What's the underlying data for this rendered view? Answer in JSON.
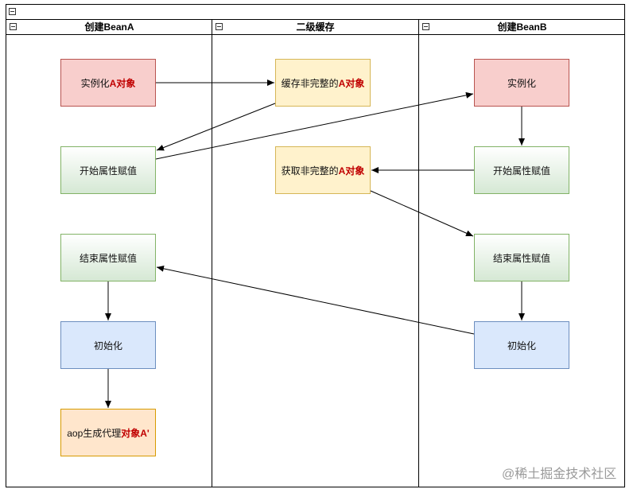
{
  "lanes": [
    {
      "title": "创建BeanA"
    },
    {
      "title": "二级缓存"
    },
    {
      "title": "创建BeanB"
    }
  ],
  "nodes": {
    "a_instantiate": {
      "text": "实例化",
      "highlight": "A对象"
    },
    "a_start_props": {
      "text": "开始属性赋值"
    },
    "a_end_props": {
      "text": "结束属性赋值"
    },
    "a_init": {
      "text": "初始化"
    },
    "a_aop": {
      "text": "aop生成代理",
      "highlight": "对象A'"
    },
    "c_cache": {
      "text": "缓存非完整的",
      "highlight": "A对象"
    },
    "c_get": {
      "text": "获取非完整的",
      "highlight": "A对象"
    },
    "b_instantiate": {
      "text": "实例化"
    },
    "b_start_props": {
      "text": "开始属性赋值"
    },
    "b_end_props": {
      "text": "结束属性赋值"
    },
    "b_init": {
      "text": "初始化"
    }
  },
  "watermark": "@稀土掘金技术社区",
  "colors": {
    "red_fill": "#f8cecc",
    "red_stroke": "#b85450",
    "yellow_fill": "#fff2cc",
    "yellow_stroke": "#d6b656",
    "green_fill": "#d5e8d4",
    "green_stroke": "#82b366",
    "blue_fill": "#dae8fc",
    "blue_stroke": "#6c8ebf",
    "orange_fill": "#ffe6cc",
    "orange_stroke": "#d79b00",
    "highlight_text": "#c00000"
  }
}
